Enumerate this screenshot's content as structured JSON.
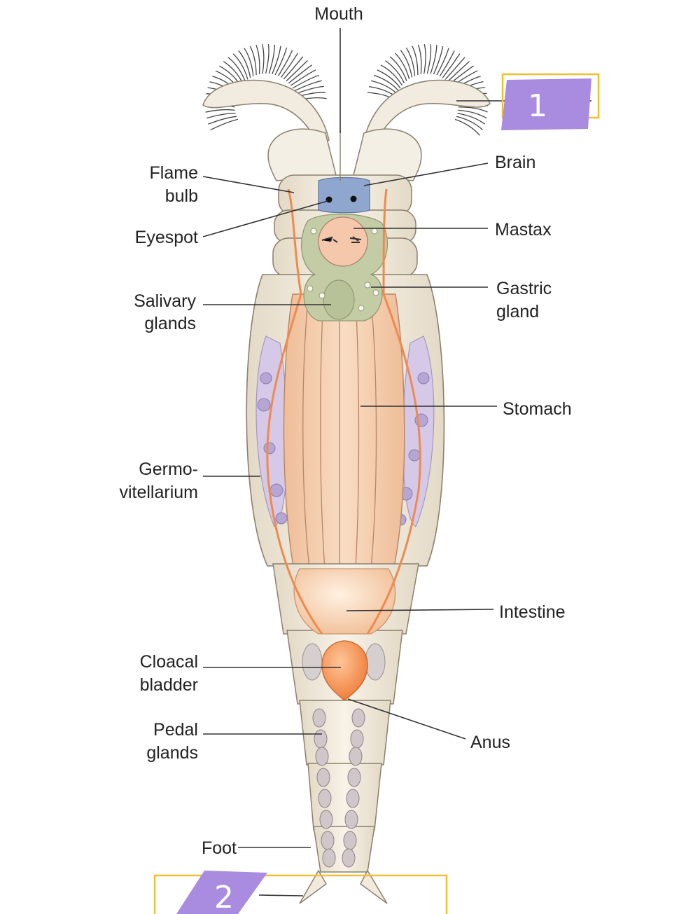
{
  "diagram": {
    "subject": "rotifer anatomy",
    "labels": {
      "mouth": "Mouth",
      "brain": "Brain",
      "flame_bulb_1": "Flame",
      "flame_bulb_2": "bulb",
      "eyespot": "Eyespot",
      "mastax": "Mastax",
      "gastric_1": "Gastric",
      "gastric_2": "gland",
      "salivary_1": "Salivary",
      "salivary_2": "glands",
      "stomach": "Stomach",
      "germo_1": "Germo-",
      "germo_2": "vitellarium",
      "intestine": "Intestine",
      "cloacal_1": "Cloacal",
      "cloacal_2": "bladder",
      "anus": "Anus",
      "pedal_1": "Pedal",
      "pedal_2": "glands",
      "foot": "Foot"
    },
    "answer_markers": [
      {
        "number": "1",
        "color": "#a98be0"
      },
      {
        "number": "2",
        "color": "#a98be0"
      }
    ],
    "colors": {
      "body": "#f2ebdd",
      "stomach": "#f4c9a6",
      "gland": "#bcc79e",
      "brain": "#8fa6cf",
      "ovary": "#d4c6e6",
      "nephridia": "#f08f55",
      "bladder": "#f48c4a",
      "box_outline": "#f0c030"
    }
  }
}
